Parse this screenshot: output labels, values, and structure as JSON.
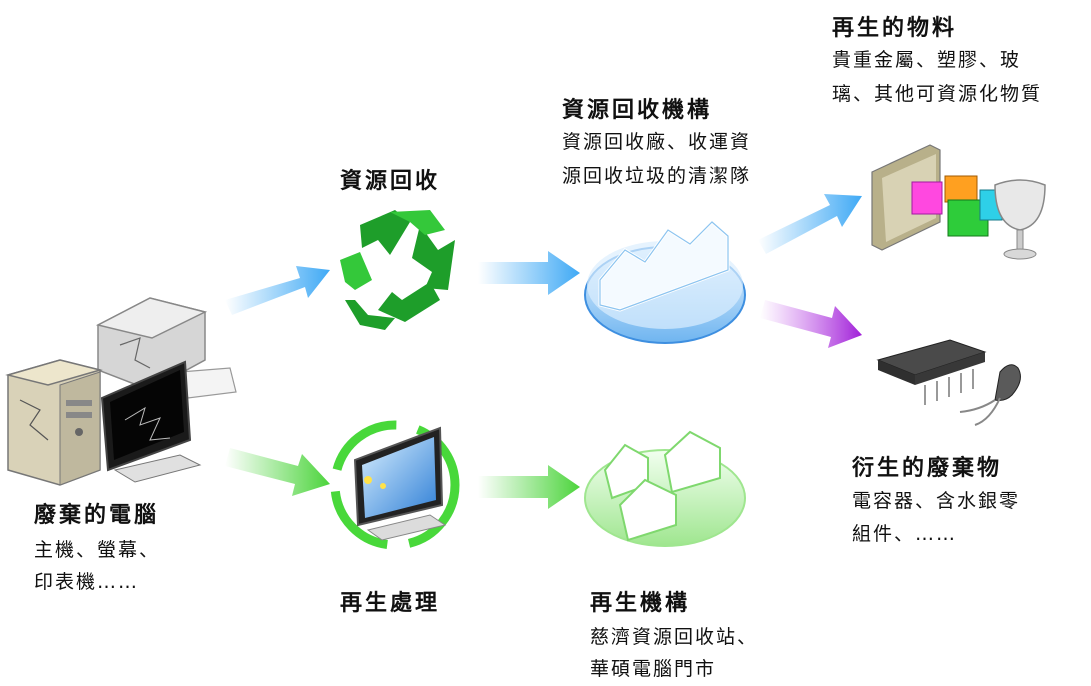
{
  "nodes": {
    "computer": {
      "title": "廢棄的電腦",
      "desc_line1": "主機、螢幕、",
      "desc_line2": "印表機……"
    },
    "recycle": {
      "title": "資源回收"
    },
    "recycle_org": {
      "title": "資源回收機構",
      "desc_line1": "資源回收廠、收運資",
      "desc_line2": "源回收垃圾的清潔隊"
    },
    "materials": {
      "title": "再生的物料",
      "desc_line1": "貴重金屬、塑膠、玻",
      "desc_line2": "璃、其他可資源化物質"
    },
    "refurbish": {
      "title": "再生處理"
    },
    "refurbish_org": {
      "title": "再生機構",
      "desc_line1": "慈濟資源回收站、",
      "desc_line2": "華碩電腦門市"
    },
    "waste": {
      "title": "衍生的廢棄物",
      "desc_line1": "電容器、含水銀零",
      "desc_line2": "組件、……"
    }
  },
  "colors": {
    "blue_arrow": "#3fa9f5",
    "green_arrow": "#4cd43c",
    "purple_arrow": "#b83ce0",
    "recycle_green": "#1e9e2a"
  }
}
